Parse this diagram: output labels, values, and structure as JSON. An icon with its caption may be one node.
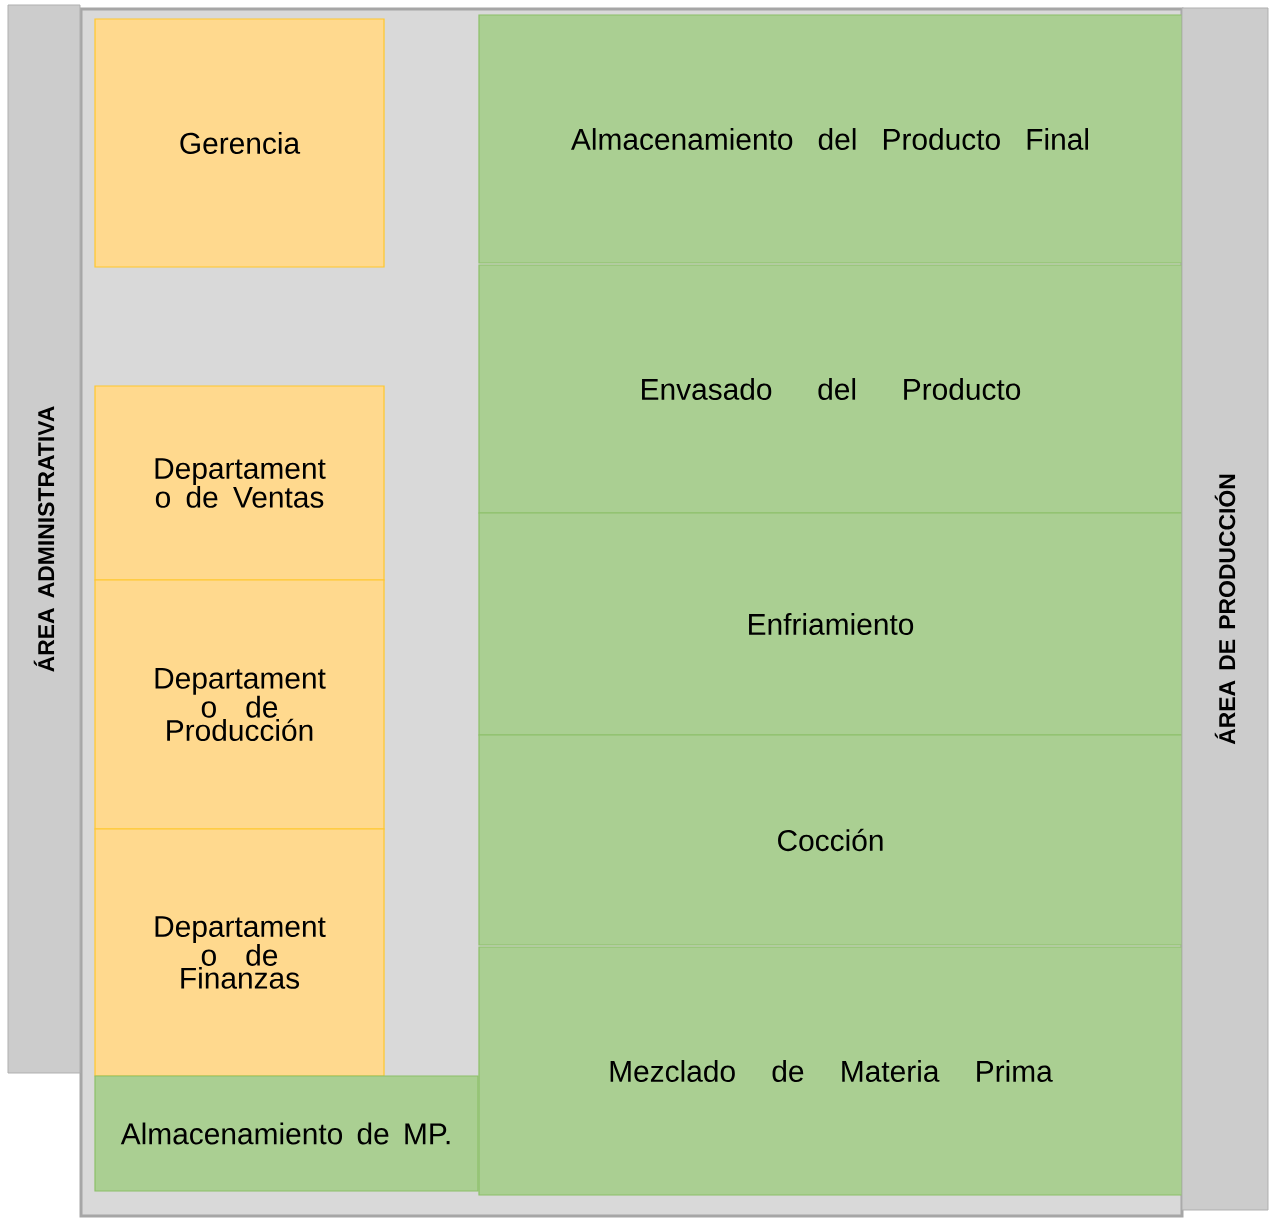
{
  "diagram": {
    "nodes": [
      {
        "text": [
          "ÁREA ADMINISTRATIVA"
        ]
      },
      {
        "text": [
          "Gerencia"
        ]
      },
      {
        "text": [
          "Almacenamiento del Producto Final"
        ]
      },
      {
        "text": [
          "Envasado del Producto"
        ]
      },
      {
        "text": [
          "Departament o de Ventas"
        ]
      },
      {
        "text": [
          "Enfriamiento"
        ]
      },
      {
        "text": [
          "Departament o de Producción"
        ]
      },
      {
        "text": [
          "Cocción"
        ]
      },
      {
        "text": [
          "Departament o de Finanzas"
        ]
      },
      {
        "text": [
          "Mezclado de Materia Prima"
        ]
      },
      {
        "text": [
          "Almacenamiento de MP."
        ]
      },
      {
        "text": [
          "ÁREA DE PRODUCCIÓN"
        ]
      }
    ]
  }
}
